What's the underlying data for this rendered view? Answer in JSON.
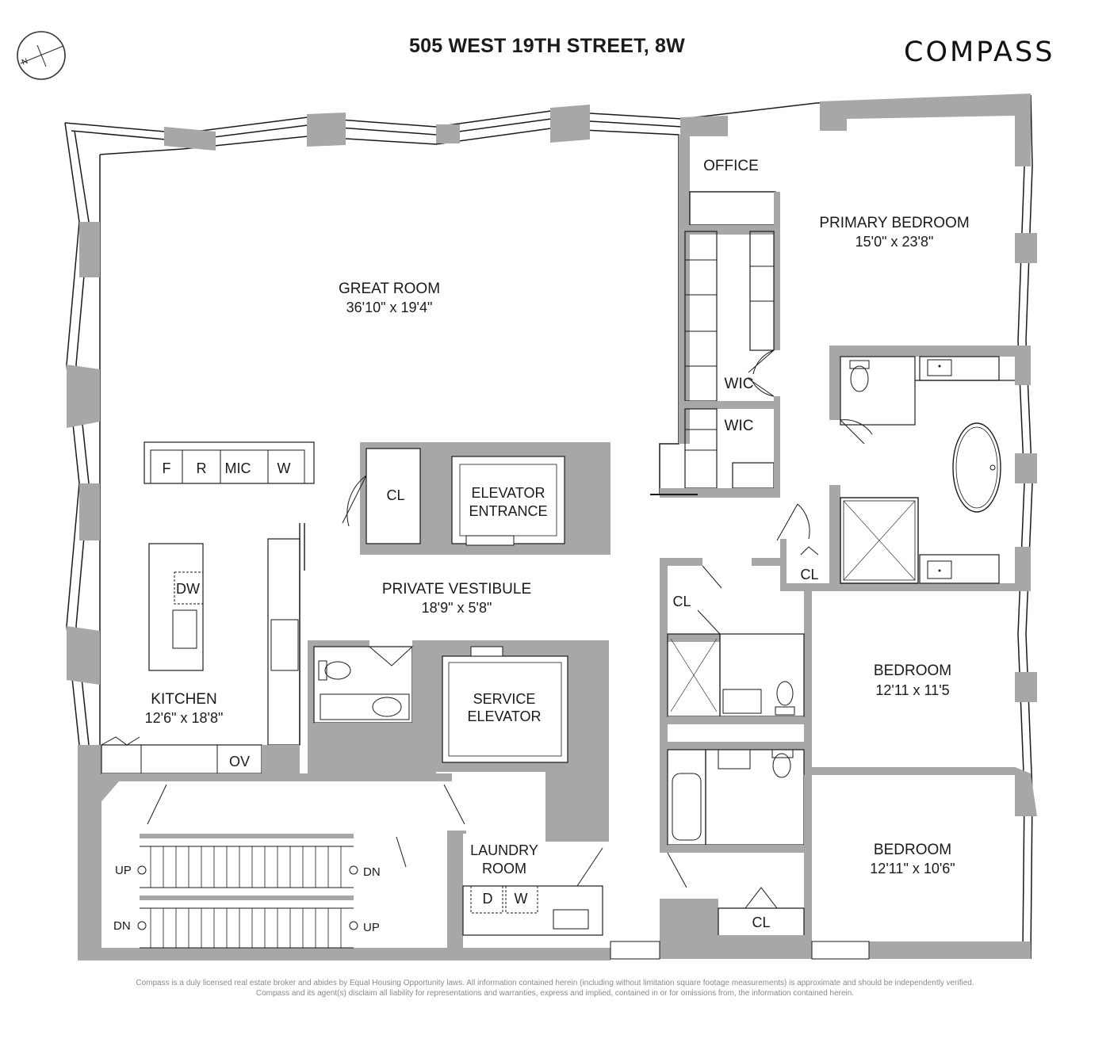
{
  "title": "505 WEST 19TH STREET, 8W",
  "brand": "COMPASS",
  "compass_letter": "N",
  "rooms": {
    "great_room": {
      "name": "GREAT ROOM",
      "dim": "36'10\" x 19'4\""
    },
    "office": {
      "name": "OFFICE"
    },
    "primary_bedroom": {
      "name": "PRIMARY BEDROOM",
      "dim": "15'0\" x 23'8\""
    },
    "wic1": {
      "name": "WIC"
    },
    "wic2": {
      "name": "WIC"
    },
    "elevator_entrance": {
      "line1": "ELEVATOR",
      "line2": "ENTRANCE"
    },
    "vestibule": {
      "name": "PRIVATE VESTIBULE",
      "dim": "18'9\" x 5'8\""
    },
    "kitchen": {
      "name": "KITCHEN",
      "dim": "12'6\" x 18'8\""
    },
    "service_elevator": {
      "line1": "SERVICE",
      "line2": "ELEVATOR"
    },
    "laundry": {
      "line1": "LAUNDRY",
      "line2": "ROOM"
    },
    "bedroom1": {
      "name": "BEDROOM",
      "dim": "12'11 x 11'5"
    },
    "bedroom2": {
      "name": "BEDROOM",
      "dim": "12'11\" x 10'6\""
    }
  },
  "closets": {
    "cl_vestibule": "CL",
    "cl_primary": "CL",
    "cl_hall": "CL",
    "cl_bedroom": "CL"
  },
  "appliances": {
    "fridge": "F",
    "range": "R",
    "microwave": "MIC",
    "wine": "W",
    "dishwasher": "DW",
    "oven": "OV",
    "dryer": "D",
    "washer": "W"
  },
  "stairs": {
    "up_top": "UP",
    "dn_top": "DN",
    "dn_bottom": "DN",
    "up_bottom": "UP"
  },
  "disclaimer": {
    "line1": "Compass is a duly licensed real estate broker and abides by Equal Housing Opportunity laws. All information contained herein (including without limitation square footage measurements) is approximate and should be independently verified.",
    "line2": "Compass and its agent(s) disclaim all liability for representations and warranties, express and implied, contained in or for omissions from, the information contained herein."
  },
  "colors": {
    "wall": "#a7a7a7",
    "line": "#1a1a1a",
    "background": "#ffffff"
  }
}
